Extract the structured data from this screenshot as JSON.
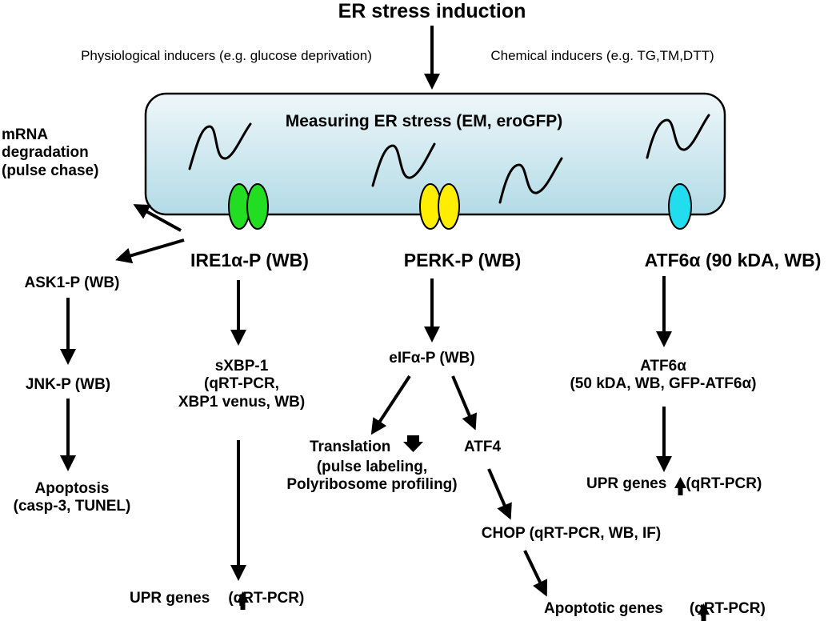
{
  "title": "ER stress induction",
  "inducers": {
    "physiological": "Physiological inducers (e.g. glucose deprivation)",
    "chemical": "Chemical inducers (e.g. TG,TM,DTT)"
  },
  "er_box": {
    "label": "Measuring ER stress (EM, eroGFP)"
  },
  "colors": {
    "er_fill_top": "#eef7fa",
    "er_fill_bottom": "#b3dbe6",
    "ire1": "#22dd22",
    "perk": "#ffee00",
    "atf6": "#22ddee",
    "arrow": "#000000"
  },
  "ire1_branch": {
    "mrna": "mRNA\ndegradation\n(pulse chase)",
    "sensor": "IRE1α-P (WB)",
    "ask1": "ASK1-P (WB)",
    "jnk": "JNK-P (WB)",
    "apoptosis": "Apoptosis\n(casp-3, TUNEL)",
    "xbp1": "sXBP-1\n(qRT-PCR,\nXBP1 venus, WB)",
    "upr_text": "UPR genes",
    "upr_suffix": "(qRT-PCR)"
  },
  "perk_branch": {
    "sensor": "PERK-P (WB)",
    "eif": "eIFα-P (WB)",
    "translation_text": "Translation",
    "translation_methods": "(pulse labeling,\nPolyribosome profiling)",
    "atf4": "ATF4",
    "chop": "CHOP (qRT-PCR, WB, IF)",
    "apoptotic_text": "Apoptotic genes",
    "apoptotic_suffix": "(qRT-PCR)"
  },
  "atf6_branch": {
    "sensor": "ATF6α (90 kDA, WB)",
    "cleaved": "ATF6α\n(50 kDA, WB, GFP-ATF6α)",
    "upr_text": "UPR genes",
    "upr_suffix": "(qRT-PCR)"
  }
}
